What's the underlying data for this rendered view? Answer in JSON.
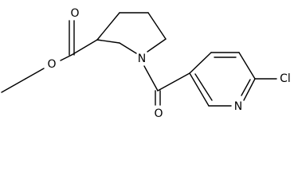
{
  "molecule": {
    "atoms": {
      "carbonyl_oxygen_ester": "O",
      "ester_oxygen": "O",
      "ring_nitrogen_piperidine": "N",
      "amide_oxygen": "O",
      "ring_nitrogen_pyridine": "N",
      "chlorine": "Cl"
    }
  },
  "colors": {
    "bond": "#000000",
    "label": "#000000",
    "background": "#ffffff"
  }
}
